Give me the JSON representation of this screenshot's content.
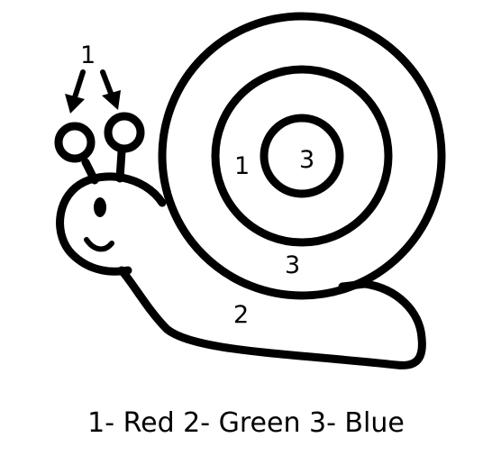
{
  "image": {
    "description": "Color-by-number snail line drawing",
    "stroke_color": "#000000",
    "background_color": "#ffffff"
  },
  "labels": {
    "antennae": "1",
    "shell_middle_ring": "1",
    "shell_center": "3",
    "shell_outer_ring": "3",
    "body": "2"
  },
  "legend": {
    "text": "1- Red 2- Green 3- Blue"
  }
}
